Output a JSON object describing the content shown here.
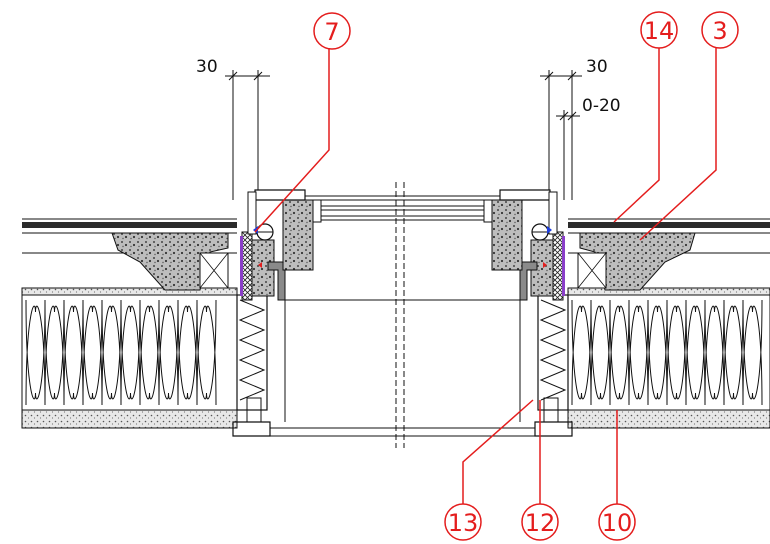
{
  "drawing": {
    "dimensions": {
      "left_width": "30",
      "right_width": "30",
      "right_tolerance": "0-20"
    },
    "callouts": {
      "c7": "7",
      "c14": "14",
      "c3": "3",
      "c13": "13",
      "c12": "12",
      "c10": "10"
    },
    "colors": {
      "linework": "#111111",
      "callout": "#e41d1d",
      "insulation_fill": "#ffffff",
      "concrete_fill": "#e6e6e6",
      "seal_fill": "#8a8a8a",
      "membrane_fill": "#2b2b2b",
      "accent_blue": "#1f3fe0",
      "accent_purple": "#8a3fc9"
    }
  }
}
